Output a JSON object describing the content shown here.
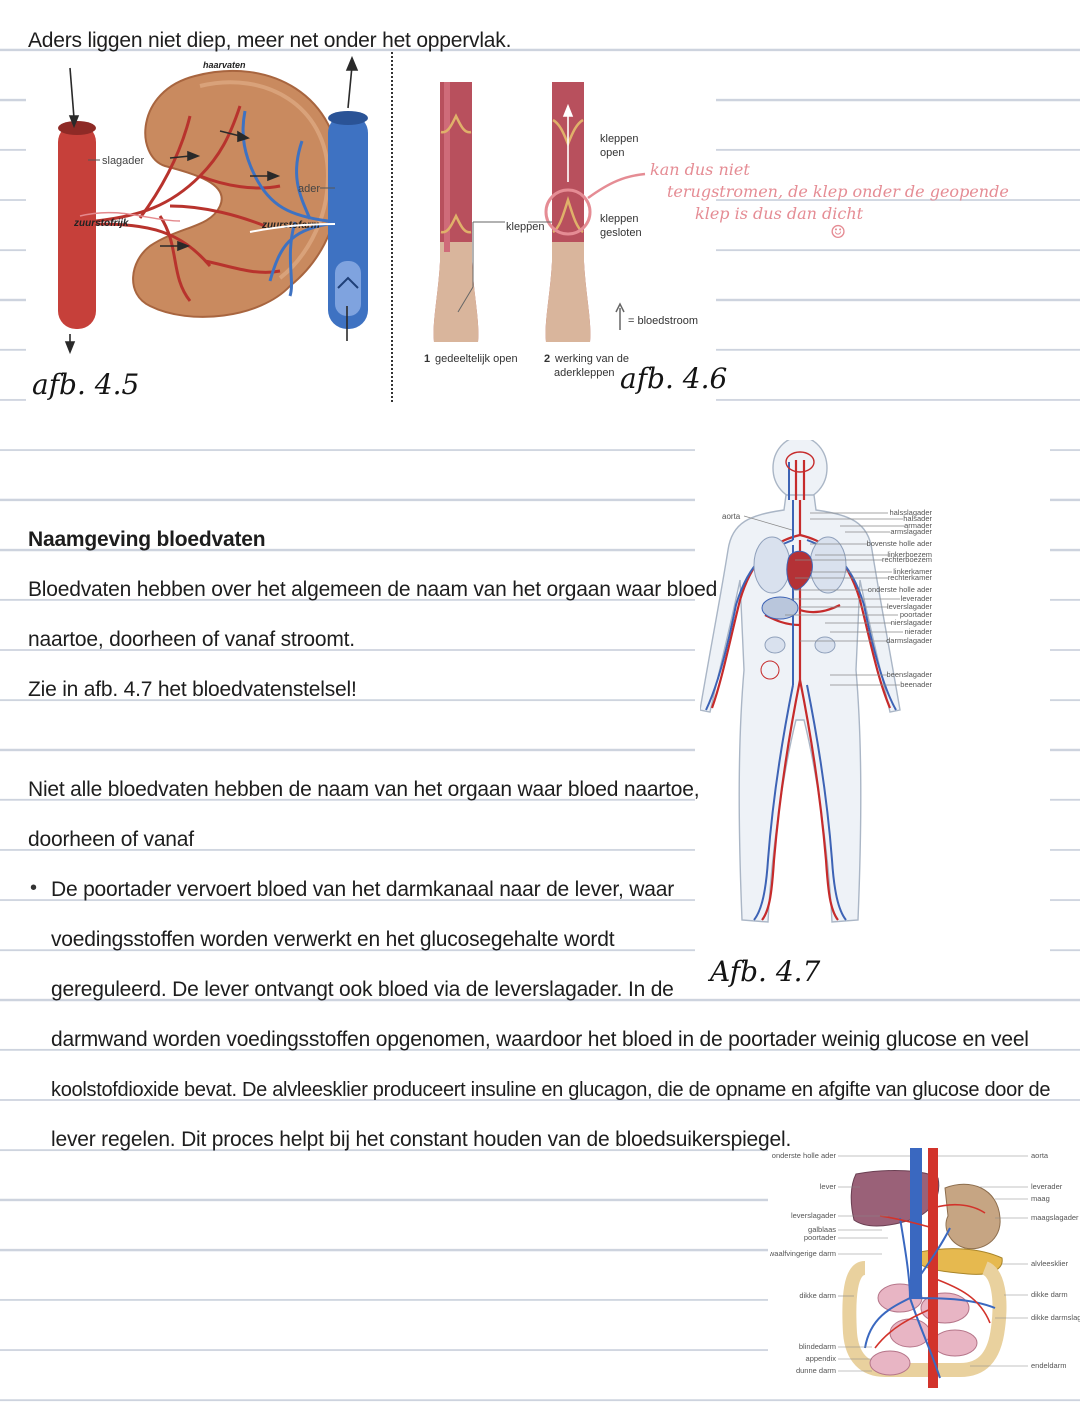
{
  "text": {
    "line1": "Aders liggen niet diep, meer net onder het oppervlak.",
    "heading": "Naamgeving bloedvaten",
    "para1_line1": "Bloedvaten hebben over het algemeen de naam van het orgaan waar bloed",
    "para1_line2": "naartoe, doorheen of vanaf stroomt.",
    "para1_line3": "Zie in afb. 4.7 het bloedvatenstelsel!",
    "para2_line1": "Niet alle bloedvaten hebben de naam van het orgaan waar bloed naartoe,",
    "para2_line2": "doorheen of vanaf",
    "bullet_symbol": "•",
    "bullet_line1": "De poortader vervoert bloed van het darmkanaal naar de lever, waar",
    "bullet_line2": "voedingsstoffen worden verwerkt en het glucosegehalte wordt",
    "bullet_line3": "gereguleerd. De lever ontvangt ook bloed via de leverslagader. In de",
    "bullet_line4": "darmwand worden voedingsstoffen opgenomen, waardoor het bloed in de poortader weinig glucose en veel",
    "bullet_line5": "koolstofdioxide bevat. De alvleesklier produceert insuline en glucagon, die de opname en afgifte van glucose door de",
    "bullet_line6": "lever regelen. Dit proces helpt bij het constant houden van de bloedsuikerspiegel."
  },
  "fig45": {
    "caption": "afb. 4.5",
    "label_haarvaten": "haarvaten",
    "label_slagader": "slagader",
    "label_ader": "ader",
    "label_zuurstofrijk": "zuurstofrijk",
    "label_zuurstofarm": "zuurstofarm",
    "colors": {
      "artery": "#c6403a",
      "vein": "#3e72c2",
      "kidney": "#c98a5f"
    }
  },
  "fig46": {
    "caption": "afb. 4.6",
    "label_kleppen": "kleppen",
    "label_kleppen_open_1": "kleppen",
    "label_kleppen_open_2": "open",
    "label_kleppen_gesloten_1": "kleppen",
    "label_kleppen_gesloten_2": "gesloten",
    "label_bloedstroom": "= bloedstroom",
    "sub1_num": "1",
    "sub1_text": "gedeeltelijk open",
    "sub2_num": "2",
    "sub2_text_1": "werking van de",
    "sub2_text_2": "aderkleppen",
    "note_line1": "kan dus niet",
    "note_line2": "terugstromen, de klep onder de geopende",
    "note_line3": "klep is dus dan dicht",
    "note_smiley": "☺",
    "colors": {
      "vessel": "#b8505d",
      "note": "#e58c94"
    }
  },
  "fig47": {
    "caption": "Afb. 4.7",
    "label_aorta": "aorta",
    "labels_right": [
      "halsslagader",
      "halsader",
      "armader",
      "armslagader",
      "bovenste holle ader",
      "linkerboezem",
      "rechterboezem",
      "linkerkamer",
      "rechterkamer",
      "onderste holle ader",
      "leverader",
      "leverslagader",
      "poortader",
      "nierslagader",
      "nierader",
      "darmslagader",
      "beenslagader",
      "beenader"
    ]
  },
  "fig48": {
    "labels_left": [
      "onderste holle ader",
      "lever",
      "leverslagader",
      "galblaas",
      "poortader",
      "twaalfvingerige darm",
      "dikke darm",
      "blindedarm",
      "appendix",
      "dunne darm"
    ],
    "labels_right": [
      "aorta",
      "leverader",
      "maag",
      "maagslagader",
      "alvleesklier",
      "dikke darm",
      "dikke darmslagader",
      "endeldarm"
    ]
  }
}
